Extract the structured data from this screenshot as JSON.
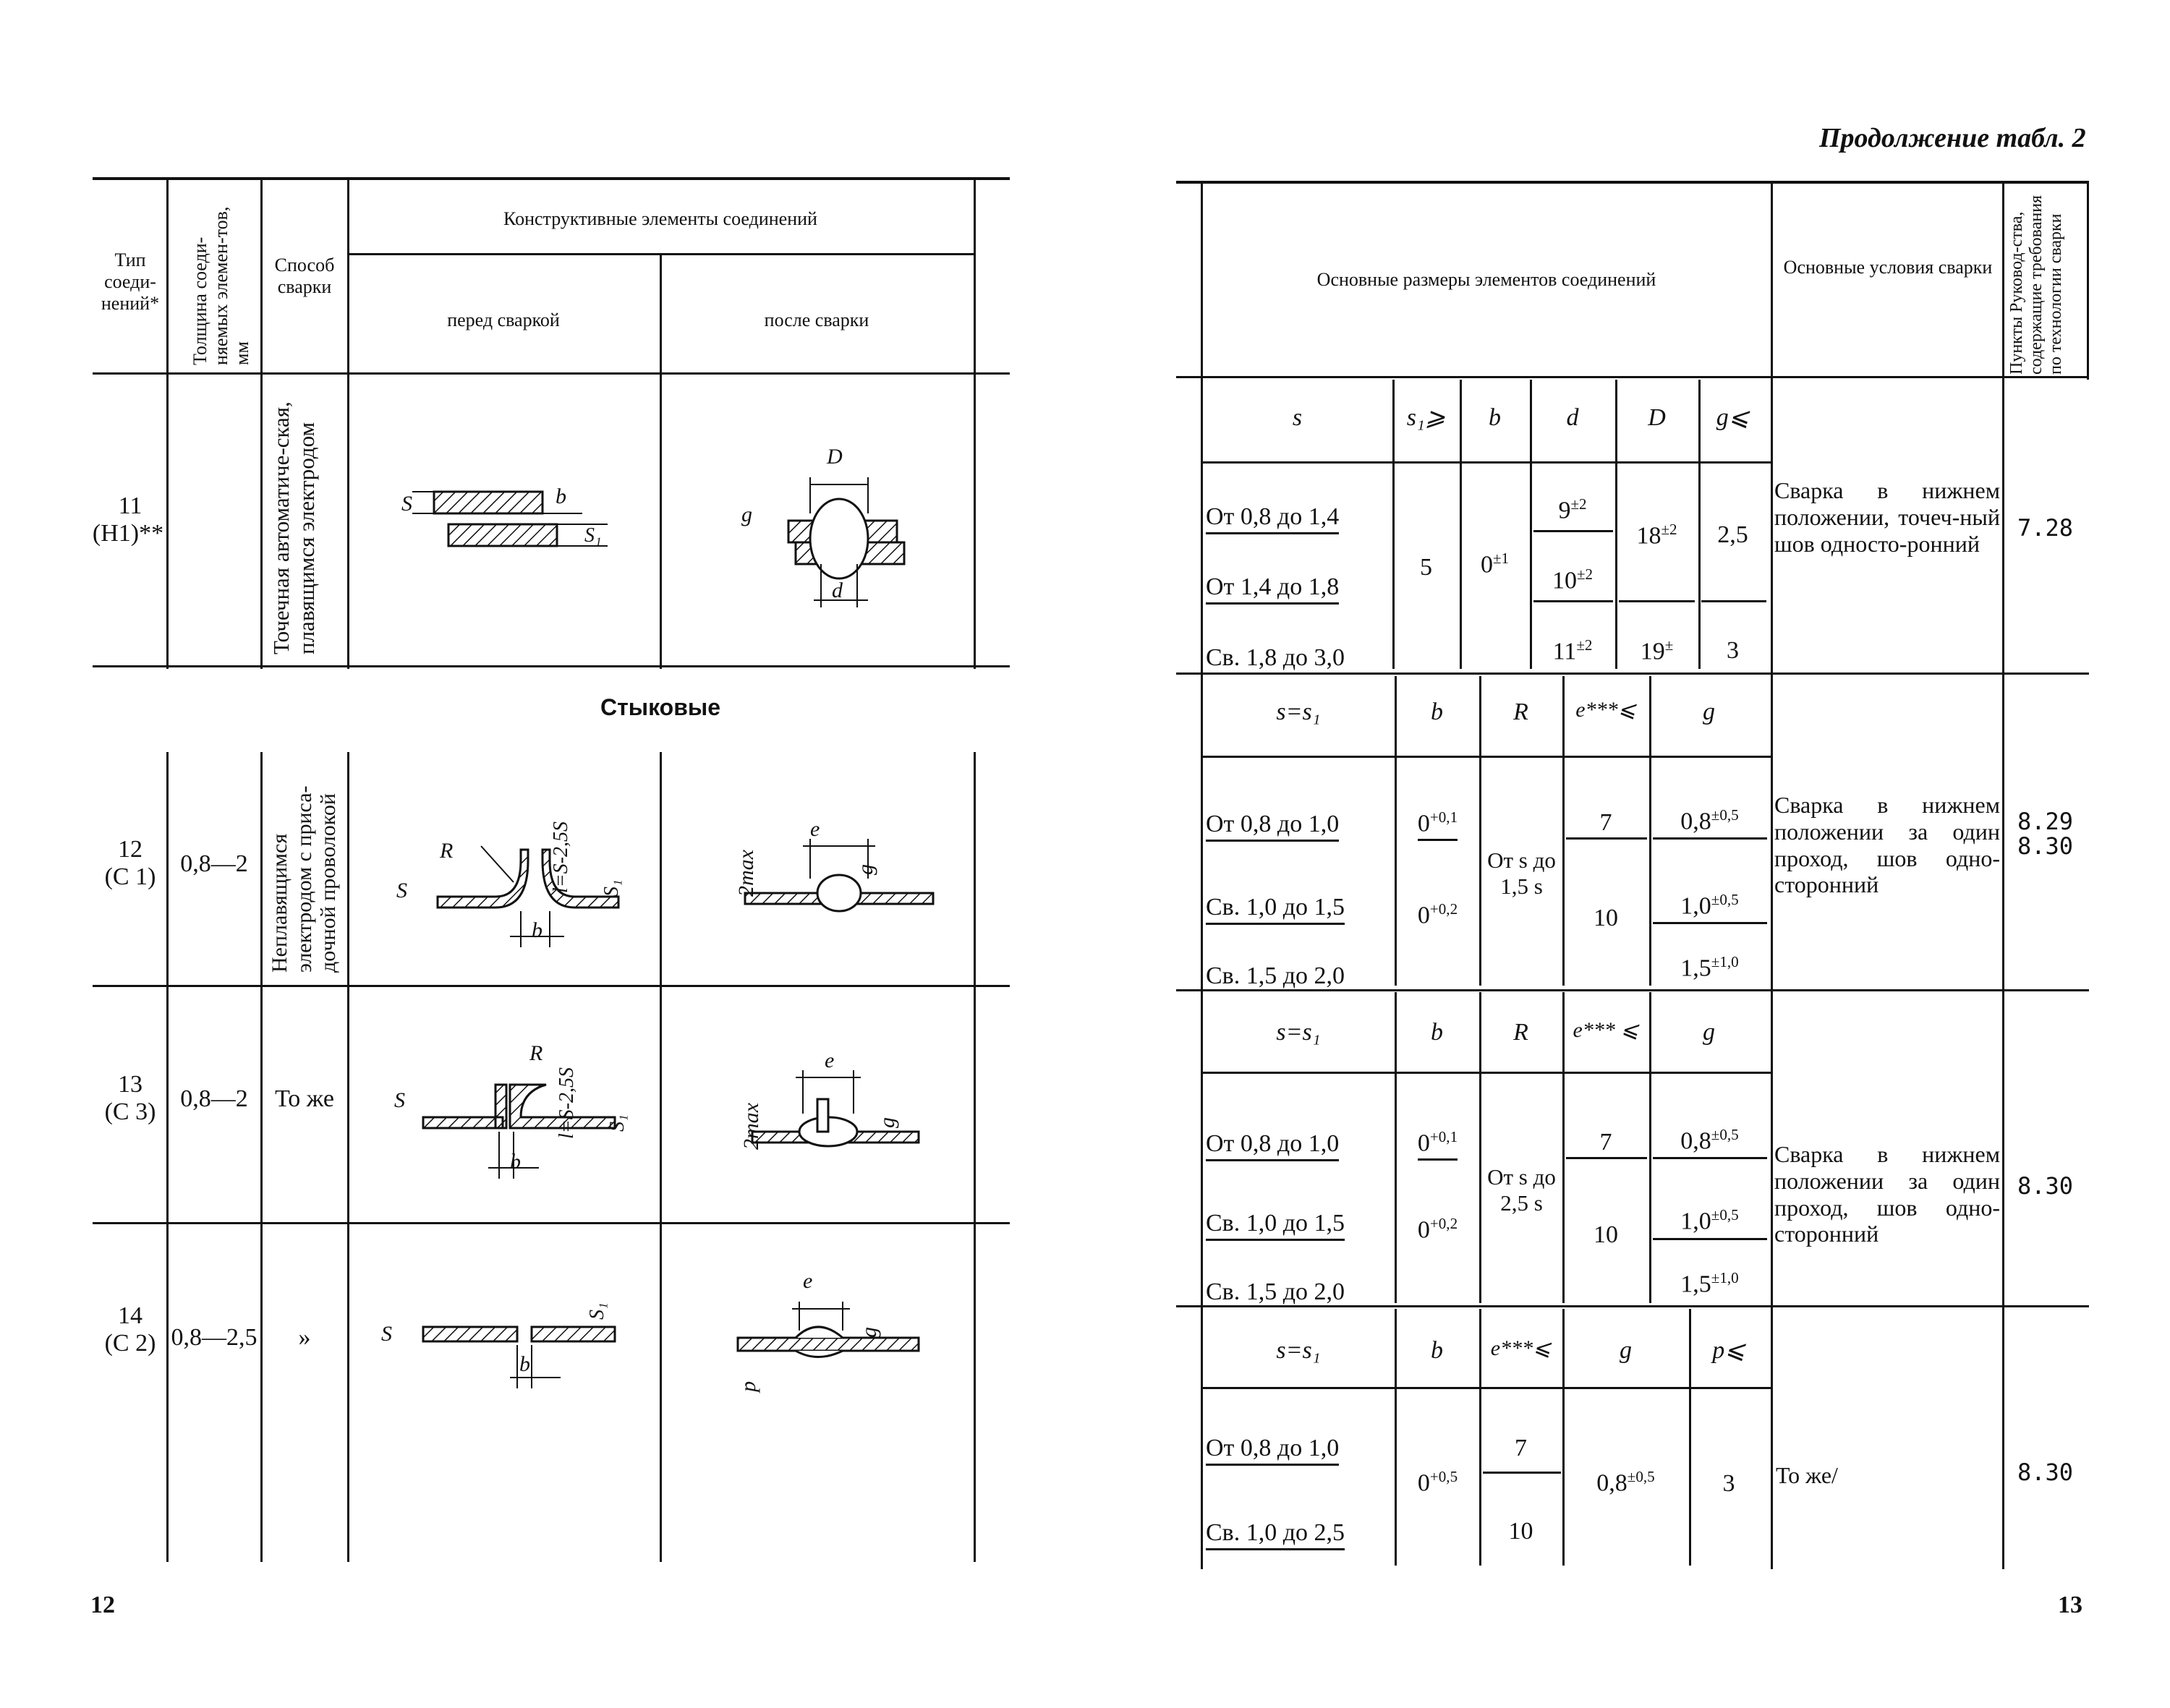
{
  "left_page": {
    "page_number": "12",
    "header": {
      "col_type": "Тип соеди-нений*",
      "col_thickness": "Толщина соеди-няемых элемен-тов, мм",
      "col_method": "Способ сварки",
      "col_elements": "Конструктивные элементы соединений",
      "col_before": "перед сваркой",
      "col_after": "после сварки"
    },
    "section_butt": "Стыковые",
    "rows": [
      {
        "type": "11",
        "code": "(Н1)**",
        "thickness": "",
        "method": "Точечная автоматиче-ская, плавящимся электродом"
      },
      {
        "type": "12",
        "code": "(С 1)",
        "thickness": "0,8—2",
        "method": "Неплавящимся электродом с приса-дочной проволокой"
      },
      {
        "type": "13",
        "code": "(С 3)",
        "thickness": "0,8—2",
        "method": "То же"
      },
      {
        "type": "14",
        "code": "(С 2)",
        "thickness": "0,8—2,5",
        "method": "»"
      }
    ],
    "drawing_labels": {
      "s": "S",
      "s1": "S₁",
      "b": "b",
      "R": "R",
      "D": "D",
      "d": "d",
      "g": "g",
      "e": "e",
      "p": "p",
      "l": "l=S-2,5S",
      "max": "2max"
    }
  },
  "right_page": {
    "page_number": "13",
    "continuation": "Продолжение табл. 2",
    "header": {
      "col_sizes": "Основные размеры элементов соединений",
      "col_conditions": "Основные условия сварки",
      "col_points": "Пункты Руковод-ства, содержащие требования по технологии сварки"
    },
    "block1": {
      "heads": [
        "s",
        "s₁⩾",
        "b",
        "d",
        "D",
        "g⩽"
      ],
      "ranges": [
        "От 0,8 до 1,4",
        "От 1,4 до 1,8",
        "Св. 1,8 до 3,0"
      ],
      "s1": "5",
      "b": "0",
      "b_tol": "±1",
      "d": [
        "9",
        "10",
        "11"
      ],
      "d_tol": "±2",
      "D": [
        "18",
        "19"
      ],
      "D_tol": [
        "±2",
        "±"
      ],
      "g": [
        "2,5",
        "3"
      ],
      "conditions": "Сварка в нижнем положении, точеч-ный шов односто-ронний",
      "points": "7.28"
    },
    "block2": {
      "heads": [
        "s=s₁",
        "b",
        "R",
        "e***⩽",
        "g"
      ],
      "ranges": [
        "От 0,8 до 1,0",
        "Св. 1,0 до 1,5",
        "Св. 1,5 до 2,0"
      ],
      "b": [
        "0",
        "0"
      ],
      "b_tol": [
        "+0,1",
        "+0,2"
      ],
      "R": "От s до 1,5 s",
      "e": [
        "7",
        "10"
      ],
      "g": [
        "0,8",
        "1,0",
        "1,5"
      ],
      "g_tol": [
        "±0,5",
        "±0,5",
        "±1,0"
      ],
      "conditions": "Сварка в нижнем положении за один проход, шов одно-сторонний",
      "points": [
        "8.29",
        "8.30"
      ]
    },
    "block3": {
      "heads": [
        "s=s₁",
        "b",
        "R",
        "e*** ⩽",
        "g"
      ],
      "ranges": [
        "От 0,8 до 1,0",
        "Св. 1,0 до 1,5",
        "Св. 1,5 до 2,0"
      ],
      "b": [
        "0",
        "0"
      ],
      "b_tol": [
        "+0,1",
        "+0,2"
      ],
      "R": "От s до 2,5 s",
      "e": [
        "7",
        "10"
      ],
      "g": [
        "0,8",
        "1,0",
        "1,5"
      ],
      "g_tol": [
        "±0,5",
        "±0,5",
        "±1,0"
      ],
      "conditions": "Сварка в нижнем положении за один проход, шов одно-сторонний",
      "points": "8.30"
    },
    "block4": {
      "heads": [
        "s=s₁",
        "b",
        "e***⩽",
        "g",
        "p⩽"
      ],
      "ranges": [
        "От 0,8 до 1,0",
        "Св. 1,0 до 2,5"
      ],
      "b": "0",
      "b_tol": "+0,5",
      "e": [
        "7",
        "10"
      ],
      "g": "0,8",
      "g_tol": "±0,5",
      "p": "3",
      "conditions": "То же/",
      "points": "8.30"
    }
  }
}
